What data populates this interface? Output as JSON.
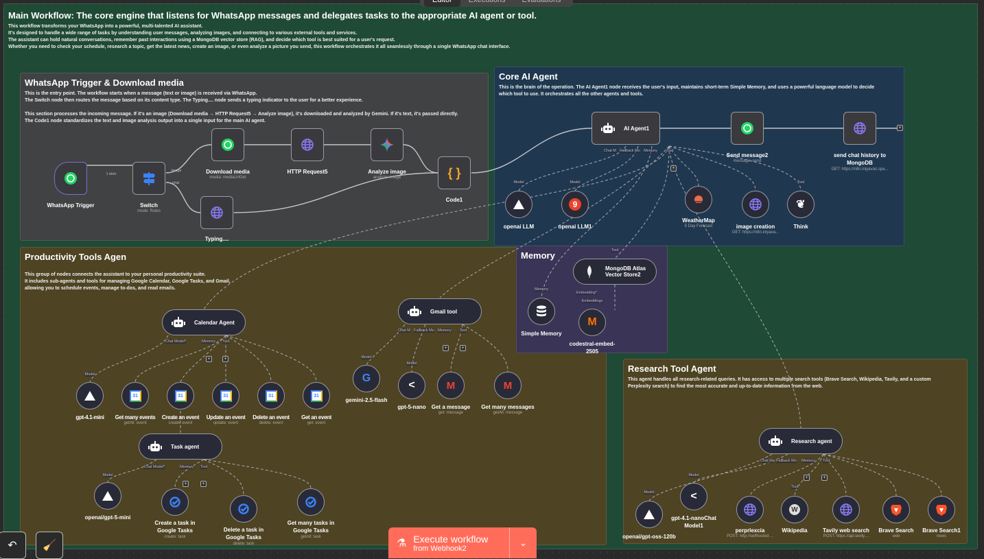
{
  "tabs": [
    "Editor",
    "Executions",
    "Evaluations"
  ],
  "main": {
    "title": "Main Workflow: The core engine that listens for WhatsApp messages and delegates tasks to the appropriate AI agent or tool.",
    "description": [
      "This workflow transforms your WhatsApp into a powerful, multi-talented AI assistant.",
      "It's designed to handle a wide range of tasks by understanding user messages, analyzing images, and connecting to various external tools and services.",
      "The assistant can hold natural conversations, remember past interactions using a MongoDB vector store (RAG), and decide which tool is best suited for a user's request.",
      "Whether you need to check your schedule, research a topic, get the latest news, create an image, or even analyze a picture you send, this workflow orchestrates it all seamlessly through a single WhatsApp chat interface."
    ]
  },
  "groups": [
    {
      "id": "whatsapp",
      "title": "WhatsApp Trigger & Download media",
      "description": [
        "This is the entry point. The workflow starts when a message (text or image) is received via WhatsApp.",
        "The Switch node then routes the message based on its content type. The Typing.... node sends a typing indicator to the user for a better experience.",
        "",
        "This section processes the incoming message. If it's an image (Download media → HTTP Request5 → Analyze image), it's downloaded and analyzed by Gemini. If it's text, it's passed directly.",
        "The Code1 node standardizes the text and image analysis output into a single input for the main AI agent."
      ]
    },
    {
      "id": "core",
      "title": "Core AI Agent",
      "description": [
        "This is the brain of the operation. The AI Agent1 node receives the user's input, maintains short-term Simple Memory, and uses a powerful language model to decide",
        "which tool to use. It orchestrates all the other agents and tools."
      ]
    },
    {
      "id": "productivity",
      "title": "Productivity Tools Agen",
      "description": [
        "",
        "This group of nodes connects the assistant to your personal productivity suite.",
        "It includes sub-agents and tools for managing Google Calendar, Google Tasks, and Gmail,",
        "allowing you to schedule events, manage to-dos, and read emails."
      ]
    },
    {
      "id": "memory",
      "title": "Memory",
      "description": []
    },
    {
      "id": "research",
      "title": "Research Tool Agent",
      "description": [
        "This agent handles all research-related queries. It has access to multiple search tools (Brave Search, Wikipedia, Tavily, and a custom",
        "Perplexity search) to find the most accurate and up-to-date information from the web."
      ]
    }
  ],
  "nodes": [
    {
      "id": "wa_trigger",
      "label": "WhatsApp Trigger",
      "icon": "whatsapp-icon"
    },
    {
      "id": "switch",
      "label": "Switch",
      "subtitle": "mode: Rules",
      "icon": "signpost-icon"
    },
    {
      "id": "download",
      "label": "Download media",
      "subtitle": "media: mediaUrlGet",
      "icon": "whatsapp-icon"
    },
    {
      "id": "http5",
      "label": "HTTP Request5",
      "icon": "globe-icon"
    },
    {
      "id": "analyze",
      "label": "Analyze image",
      "subtitle": "analyze: image",
      "icon": "gemini-icon"
    },
    {
      "id": "code1",
      "label": "Code1",
      "icon": "code-braces-icon"
    },
    {
      "id": "typing",
      "label": "Typing....",
      "icon": "globe-icon"
    },
    {
      "id": "agent1",
      "label": "AI Agent1",
      "icon": "robot-icon"
    },
    {
      "id": "send2",
      "label": "Send message2",
      "subtitle": "message: send",
      "icon": "whatsapp-icon"
    },
    {
      "id": "mongo_http",
      "label": "send chat history to MongoDB",
      "subtitle": "GET: https://n8n.iniyavan.spa...",
      "icon": "globe-icon"
    },
    {
      "id": "llm",
      "label": "openai LLM",
      "icon": "openai-icon"
    },
    {
      "id": "llm1",
      "label": "openai LLM1",
      "icon": "nine-icon"
    },
    {
      "id": "weather",
      "label": "WeatherMap",
      "subtitle": "5 Day Forecast",
      "icon": "weather-icon"
    },
    {
      "id": "imgcreate",
      "label": "image creation",
      "subtitle": "GET: https://n8n.iniyava...",
      "icon": "globe-icon"
    },
    {
      "id": "think",
      "label": "Think",
      "icon": "brain-icon"
    },
    {
      "id": "mongo_vs",
      "label": "MongoDB Atlas Vector Store2",
      "icon": "mongodb-leaf-icon"
    },
    {
      "id": "simplemem",
      "label": "Simple Memory",
      "icon": "database-icon"
    },
    {
      "id": "codestral",
      "label": "codestral-embed-2505",
      "icon": "mistral-icon"
    },
    {
      "id": "calendar",
      "label": "Calendar Agent",
      "icon": "robot-icon"
    },
    {
      "id": "gpt41mini",
      "label": "gpt-4.1-mini",
      "icon": "openai-icon"
    },
    {
      "id": "getmanyev",
      "label": "Get many events",
      "subtitle": "getAll: event",
      "icon": "google-calendar-icon"
    },
    {
      "id": "createev",
      "label": "Create an event",
      "subtitle": "create: event",
      "icon": "google-calendar-icon"
    },
    {
      "id": "updateev",
      "label": "Update an event",
      "subtitle": "update: event",
      "icon": "google-calendar-icon"
    },
    {
      "id": "deleteev",
      "label": "Delete an event",
      "subtitle": "delete: event",
      "icon": "google-calendar-icon"
    },
    {
      "id": "getev",
      "label": "Get an event",
      "subtitle": "get: event",
      "icon": "google-calendar-icon"
    },
    {
      "id": "task",
      "label": "Task agent",
      "icon": "robot-icon"
    },
    {
      "id": "gpt5mini",
      "label": "openai/gpt-5-mini",
      "icon": "openai-icon"
    },
    {
      "id": "createtask",
      "label": "Create a task in Google Tasks",
      "subtitle": "create: task",
      "icon": "google-tasks-icon"
    },
    {
      "id": "deletetask",
      "label": "Delete a task in Google Tasks",
      "subtitle": "delete: task",
      "icon": "google-tasks-icon"
    },
    {
      "id": "getmanytask",
      "label": "Get many tasks in Google Tasks",
      "subtitle": "getAll: task",
      "icon": "google-tasks-icon"
    },
    {
      "id": "gmail",
      "label": "Gmail tool",
      "icon": "robot-icon"
    },
    {
      "id": "gemini25",
      "label": "gemini-2.5-flash",
      "icon": "google-g-icon"
    },
    {
      "id": "gpt5nano",
      "label": "gpt-5-nano",
      "icon": "openrouter-icon"
    },
    {
      "id": "getmsg",
      "label": "Get a message",
      "subtitle": "get: message",
      "icon": "gmail-icon"
    },
    {
      "id": "getmanymsg",
      "label": "Get many messages",
      "subtitle": "getAll: message",
      "icon": "gmail-icon"
    },
    {
      "id": "research",
      "label": "Research agent",
      "icon": "robot-icon"
    },
    {
      "id": "gptoss",
      "label": "openai/gpt-oss-120b",
      "icon": "openai-icon"
    },
    {
      "id": "gpt41nano",
      "label": "gpt-4.1-nanoChat Model1",
      "icon": "openrouter-icon"
    },
    {
      "id": "perplexity",
      "label": "perprlexcia",
      "subtitle": "POST: http://selfhosted ...",
      "icon": "globe-icon"
    },
    {
      "id": "wikipedia",
      "label": "Wikipedia",
      "icon": "wikipedia-icon"
    },
    {
      "id": "tavily",
      "label": "Tavily web search",
      "subtitle": "POST: https://api.tavily....",
      "icon": "globe-icon"
    },
    {
      "id": "brave",
      "label": "Brave Search",
      "subtitle": "web",
      "icon": "brave-icon"
    },
    {
      "id": "brave1",
      "label": "Brave Search1",
      "subtitle": "news",
      "icon": "brave-icon"
    }
  ],
  "port_labels": {
    "chat_model": "Chat M",
    "fallback": "Fallback Mo",
    "memory": "Memory",
    "tool": "Tool",
    "chat_model_req": "Chat Model*",
    "model": "Model",
    "embedding": "Embedding*",
    "embeddings": "Embeddings"
  },
  "edge_labels": {
    "items": "1 item",
    "image": "image",
    "chat": "chat"
  },
  "execute": {
    "label": "Execute workflow",
    "sub": "from Webhook2"
  },
  "colors": {
    "main_group": "#1f4a35",
    "whatsapp_group": "#414244",
    "core_group": "#1f3850",
    "productivity_group": "#4e4322",
    "memory_group": "#3a3456",
    "research_group": "#4e4322",
    "execute": "#ff6d5a"
  }
}
